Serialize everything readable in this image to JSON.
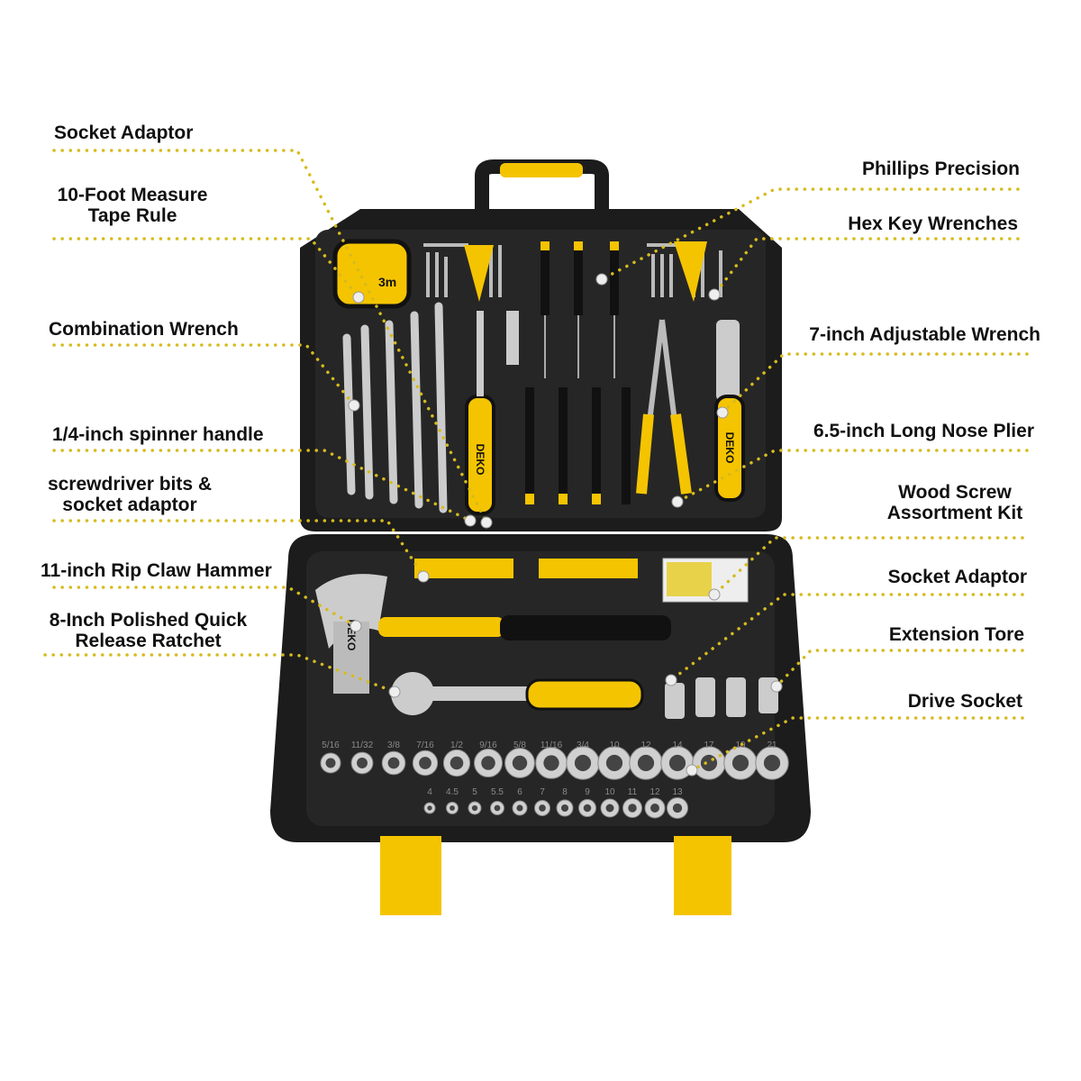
{
  "colors": {
    "accent": "#f5c400",
    "case": "#1c1c1c",
    "leader": "#d6bb1e"
  },
  "brand": "DEKO",
  "tape_marking": "3m",
  "labels_left": [
    {
      "text": "Socket Adaptor"
    },
    {
      "text": "10-Foot Measure Tape Rule"
    },
    {
      "text": "Combination Wrench"
    },
    {
      "text": "1/4-inch spinner handle"
    },
    {
      "text": "screwdriver bits & socket adaptor"
    },
    {
      "text": "11-inch Rip Claw Hammer"
    },
    {
      "text": "8-Inch Polished Quick Release Ratchet"
    }
  ],
  "labels_right": [
    {
      "text": "Phillips Precision"
    },
    {
      "text": "Hex Key Wrenches"
    },
    {
      "text": "7-inch Adjustable Wrench"
    },
    {
      "text": "6.5-inch Long Nose Plier"
    },
    {
      "text": "Wood Screw Assortment Kit"
    },
    {
      "text": "Socket Adaptor"
    },
    {
      "text": "Extension Tore"
    },
    {
      "text": "Drive Socket"
    }
  ],
  "socket_sizes_large": [
    "5/16",
    "11/32",
    "3/8",
    "7/16",
    "1/2",
    "9/16",
    "5/8",
    "11/16",
    "3/4",
    "10",
    "12",
    "14",
    "17",
    "19",
    "21"
  ],
  "socket_sizes_small": [
    "4",
    "4.5",
    "5",
    "5.5",
    "6",
    "7",
    "8",
    "9",
    "10",
    "11",
    "12",
    "13"
  ]
}
